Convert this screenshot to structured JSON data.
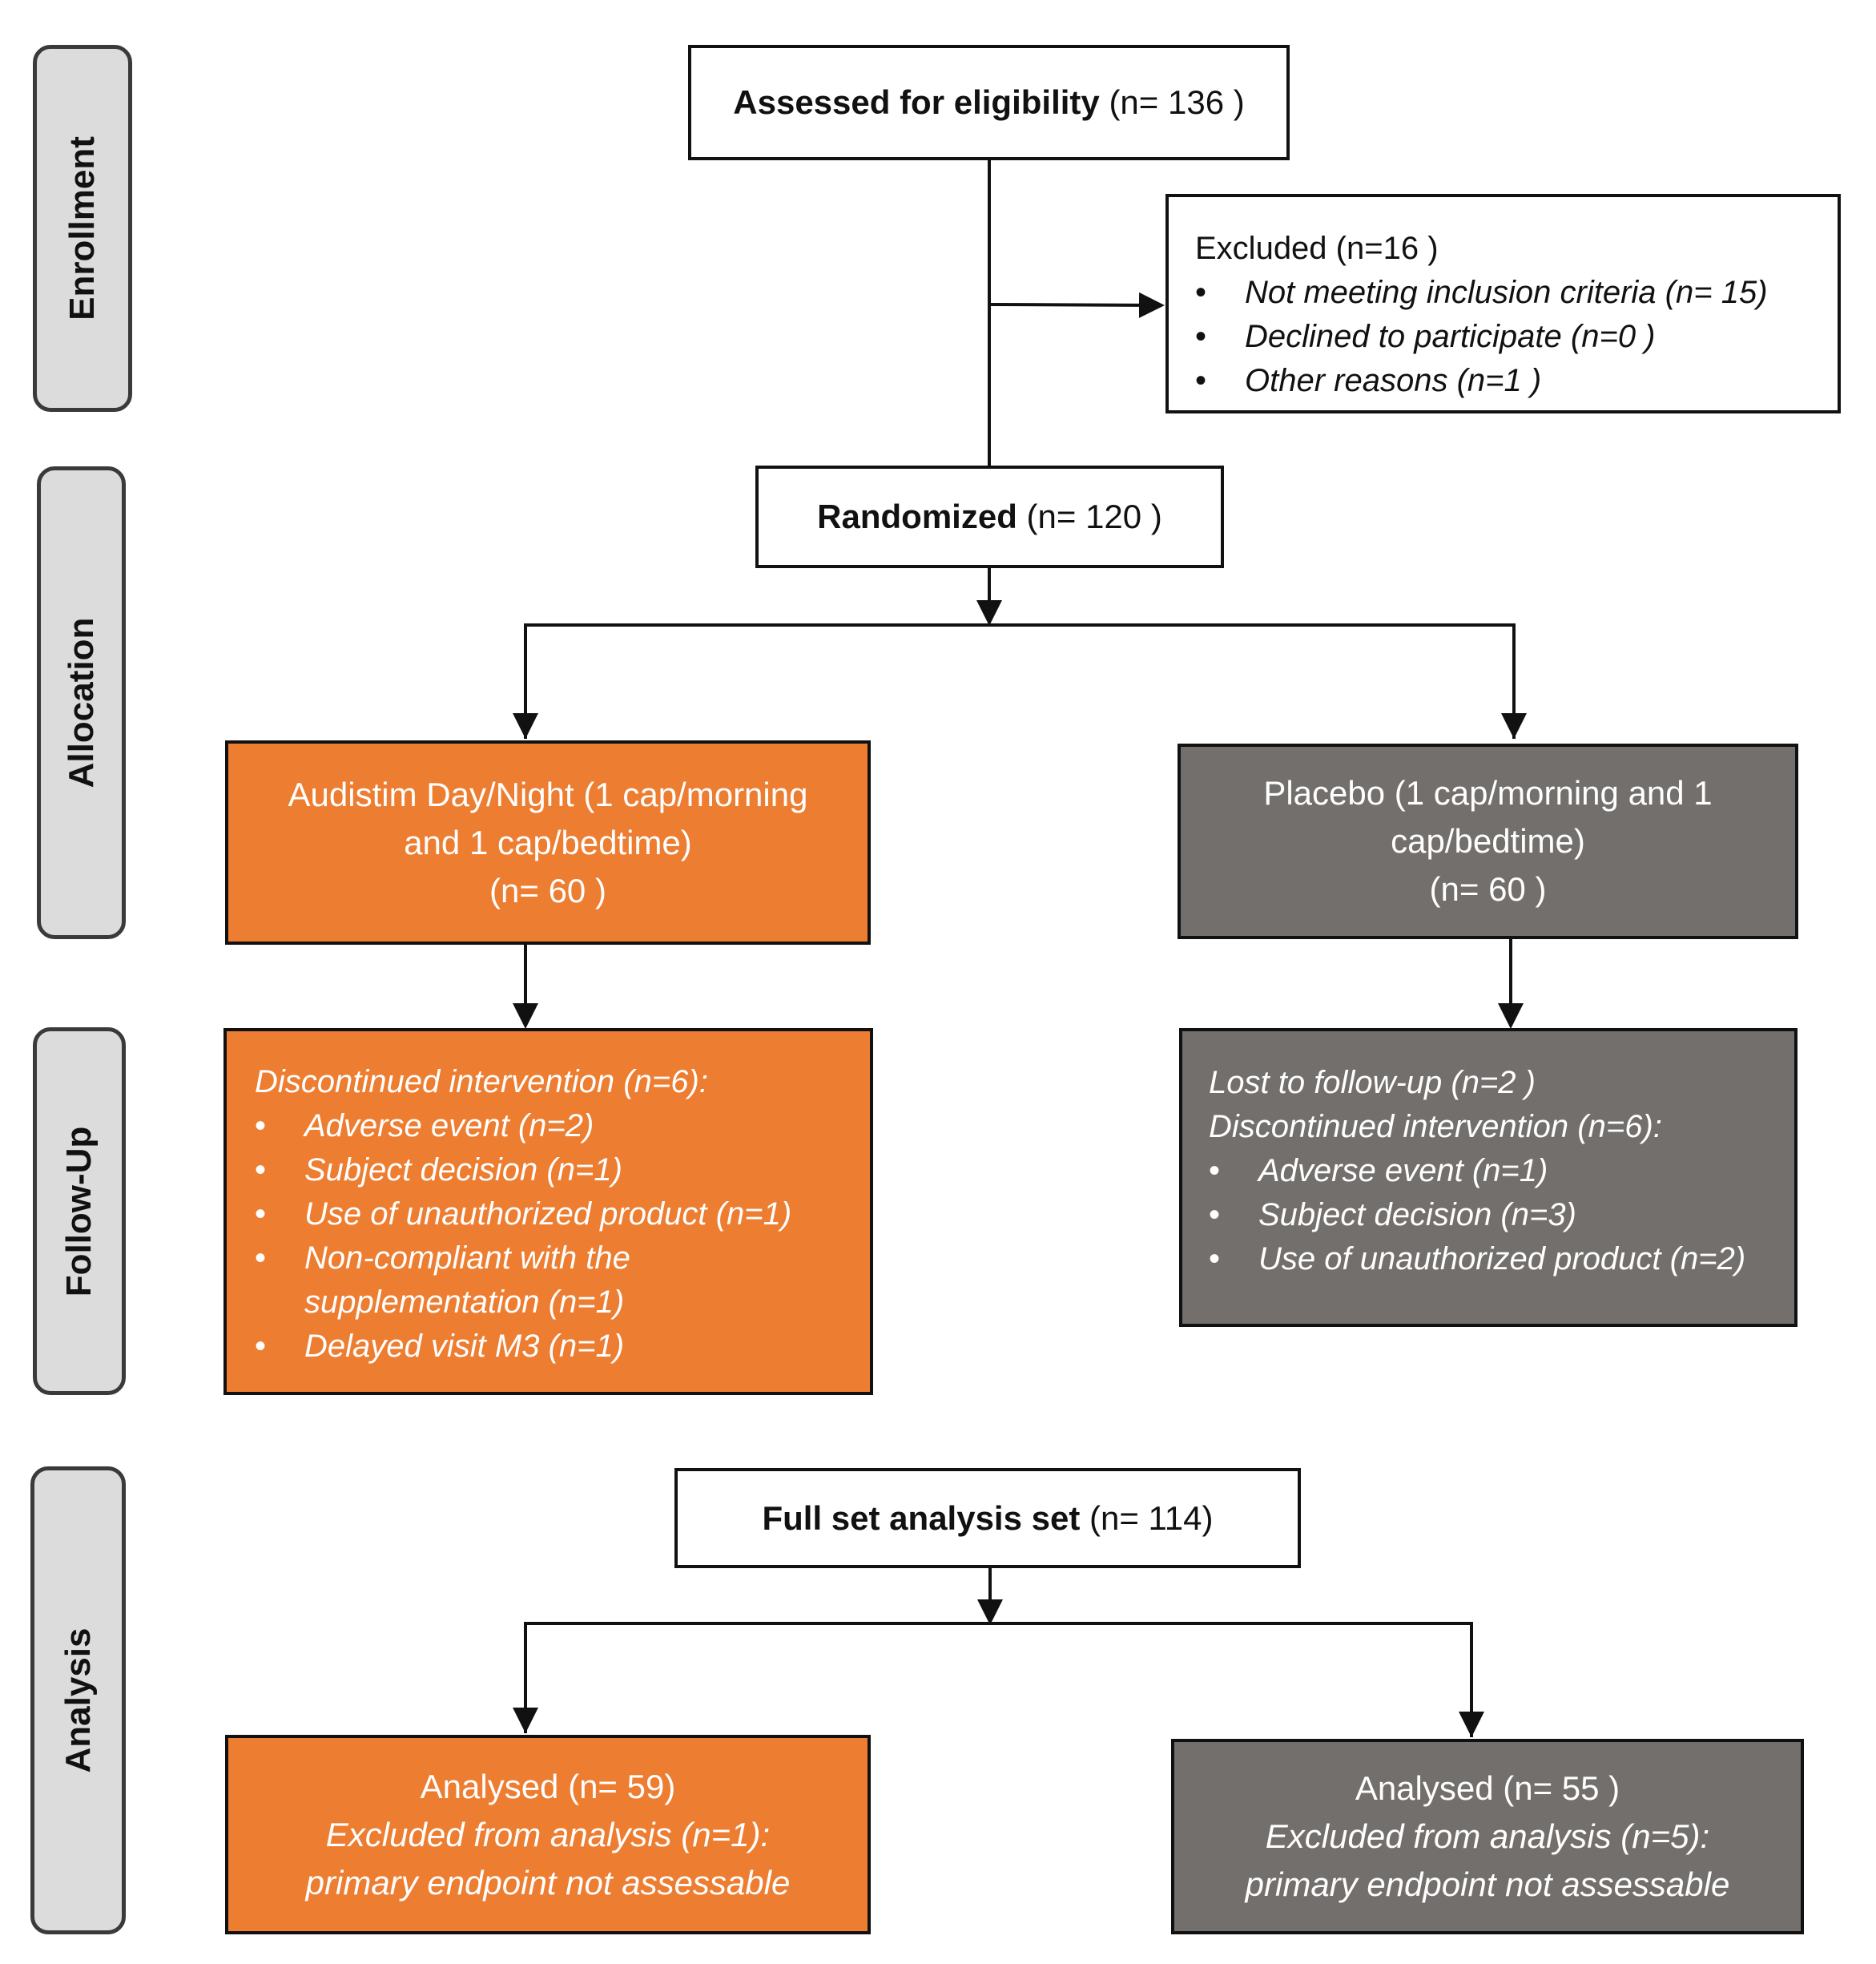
{
  "phases": {
    "enrollment": "Enrollment",
    "allocation": "Allocation",
    "followup": "Follow-Up",
    "analysis": "Analysis"
  },
  "assessed": {
    "label": "Assessed for eligibility",
    "count": "(n= 136 )"
  },
  "excluded": {
    "title": "Excluded  (n=16 )",
    "items": [
      "Not meeting inclusion criteria (n= 15)",
      "Declined to participate (n=0 )",
      "Other reasons (n=1 )"
    ]
  },
  "randomized": {
    "label": "Randomized",
    "count": "(n= 120 )"
  },
  "arm_active": {
    "line1": "Audistim Day/Night (1 cap/morning",
    "line2": "and 1 cap/bedtime)",
    "line3": "(n= 60 )"
  },
  "arm_placebo": {
    "line1": "Placebo (1 cap/morning and 1",
    "line2": "cap/bedtime)",
    "line3": "(n= 60 )"
  },
  "followup_active": {
    "header": "Discontinued intervention (n=6):",
    "items": [
      "Adverse event (n=2)",
      "Subject decision (n=1)",
      "Use of unauthorized product (n=1)",
      "Non-compliant with the supplementation (n=1)",
      "Delayed visit M3 (n=1)"
    ]
  },
  "followup_placebo": {
    "header1": "Lost to follow-up (n=2 )",
    "header2": "Discontinued intervention (n=6):",
    "items": [
      "Adverse event (n=1)",
      "Subject decision (n=3)",
      "Use of unauthorized product (n=2)"
    ]
  },
  "fullset": {
    "label": "Full set analysis set",
    "count": "(n= 114)"
  },
  "analysed_active": {
    "line1": "Analysed  (n=  59)",
    "line2": "Excluded from analysis (n=1):",
    "line3": "primary endpoint not assessable"
  },
  "analysed_placebo": {
    "line1": "Analysed  (n= 55 )",
    "line2": "Excluded from analysis (n=5):",
    "line3": "primary endpoint not assessable"
  },
  "colors": {
    "orange": "#ed7d31",
    "gray": "#736f6c",
    "phase_fill": "#dcdcdc"
  }
}
